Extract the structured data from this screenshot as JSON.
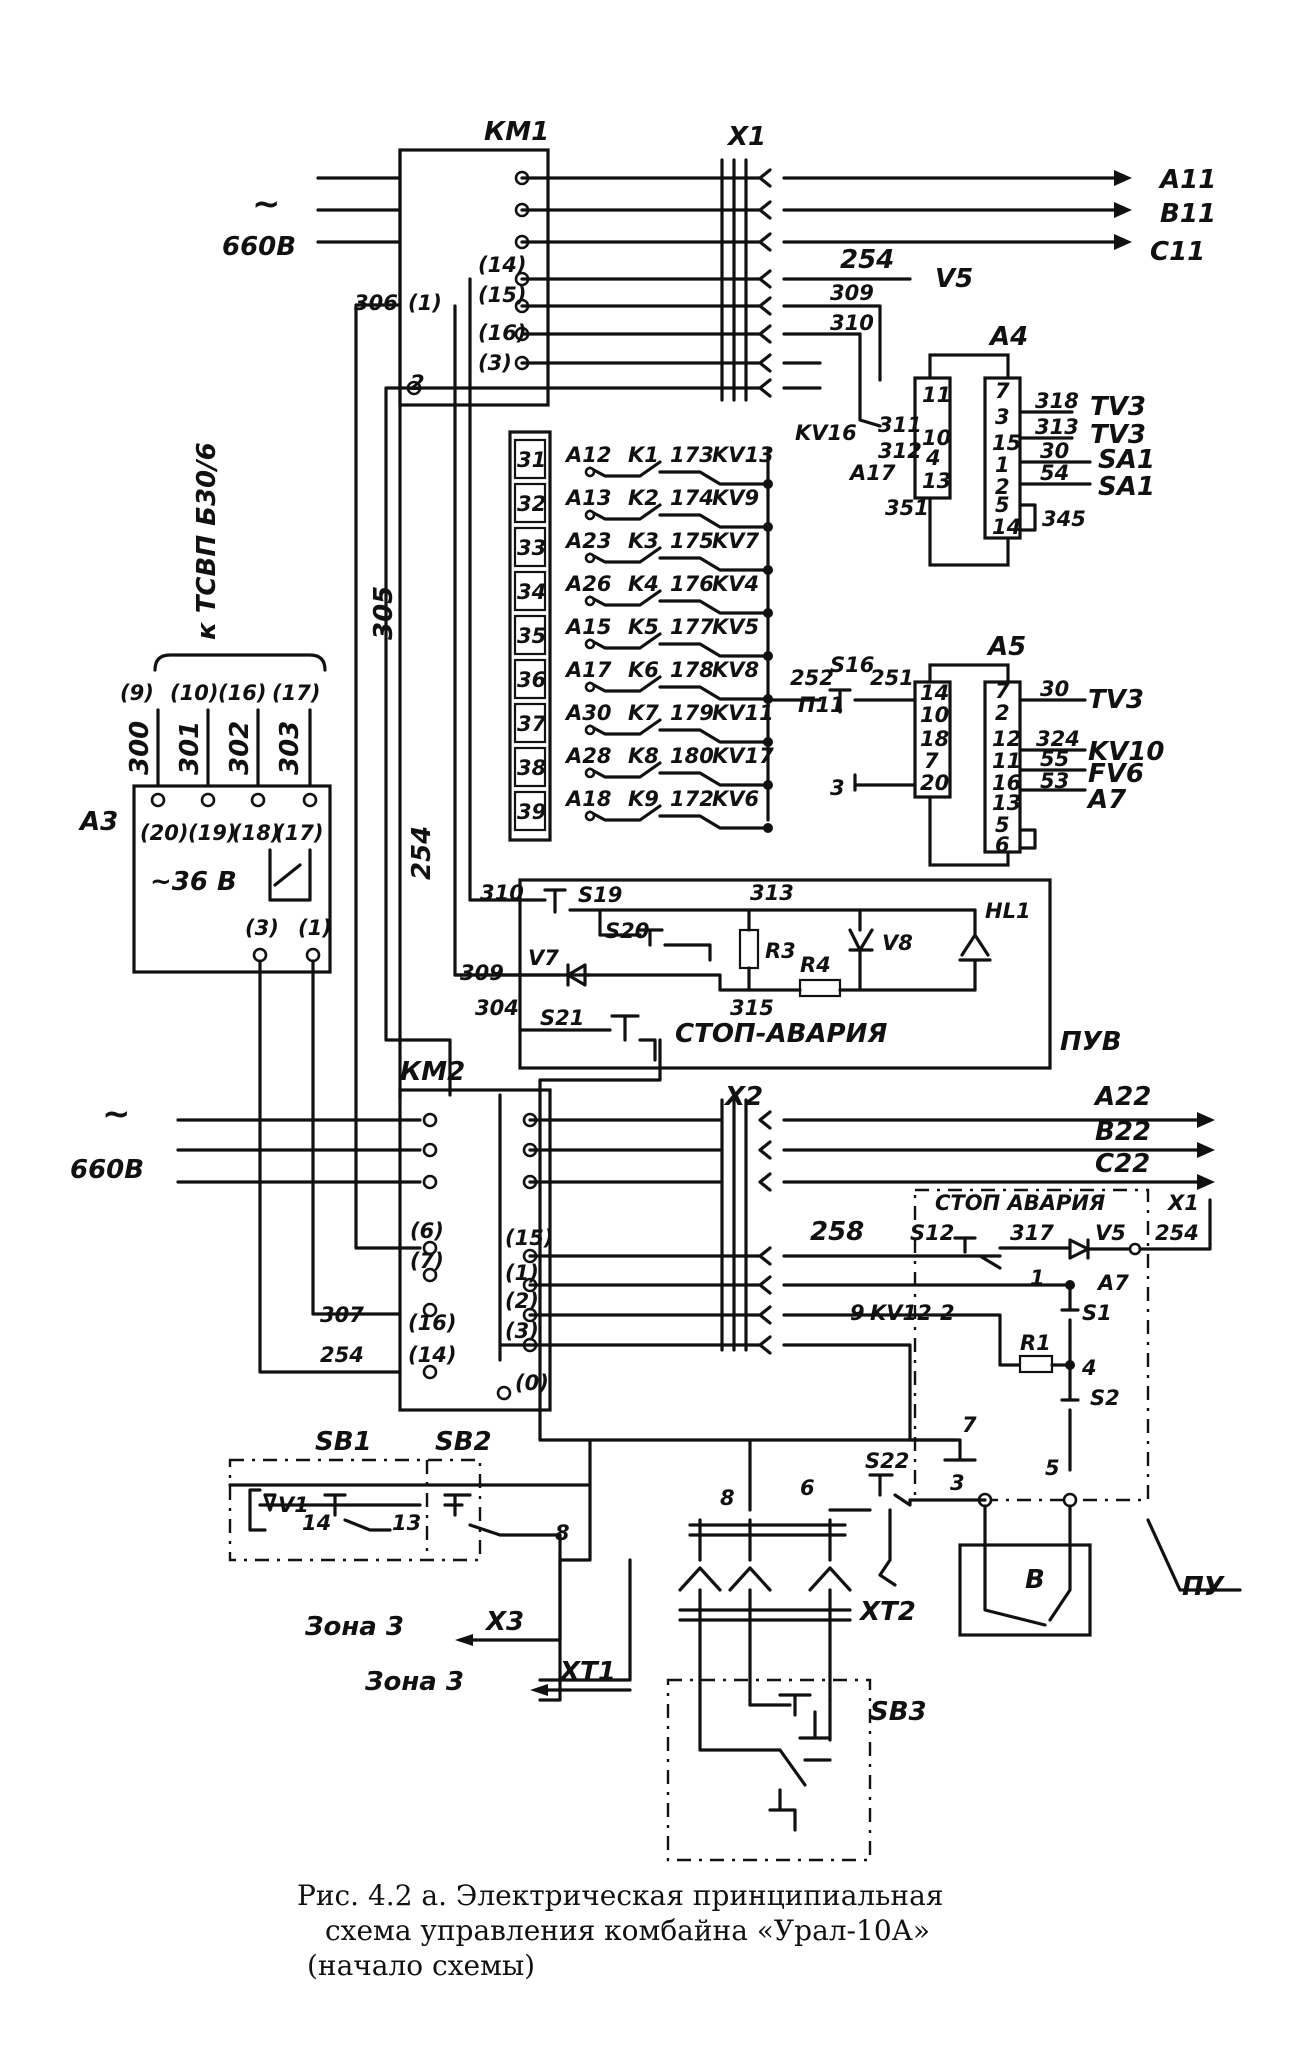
{
  "diagram": {
    "modules": {
      "km1": "КМ1",
      "km2": "КМ2",
      "x1": "X1",
      "x2": "X2",
      "a4": "А4",
      "a5": "А5",
      "a3": "А3",
      "puv": "ПУВ",
      "pu": "ПУ",
      "sb1": "SB1",
      "sb2": "SB2",
      "sb3": "SB3",
      "xt1": "ХТ1",
      "xt2": "ХТ2",
      "x3": "Х3"
    },
    "supply_top": {
      "symbol": "~",
      "voltage": "660В"
    },
    "supply_bottom": {
      "symbol": "~",
      "voltage": "660В"
    },
    "a3_supply": "~36 В",
    "outputs_top": [
      "A11",
      "B11",
      "C11"
    ],
    "outputs_bottom": [
      "A22",
      "B22",
      "C22"
    ],
    "wire_254_v5": {
      "num": "254",
      "dest": "V5"
    },
    "cable_label": "к ТСВП Б30/6",
    "a3_wires": [
      "300",
      "301",
      "302",
      "303"
    ],
    "a3_top_pins": [
      "(9)",
      "(10)",
      "(16)",
      "(17)"
    ],
    "a3_pins": [
      "(20)",
      "(19)",
      "(18)",
      "(17)"
    ],
    "a3_bottom_pins": [
      "(3)",
      "(1)"
    ],
    "km1_pins": [
      "(14)",
      "(15)",
      "(16)",
      "(3)"
    ],
    "km1_left": {
      "wire": "306",
      "pin": "(1)",
      "pin2": "2"
    },
    "wire_labels": {
      "w309": "309",
      "w310": "310",
      "w305": "305",
      "w254": "254",
      "w304": "304",
      "w351": "351",
      "w252": "252",
      "w251": "251"
    },
    "strip_31_39": [
      "31",
      "32",
      "33",
      "34",
      "35",
      "36",
      "37",
      "38",
      "39"
    ],
    "relay_rows": [
      {
        "a": "A12",
        "k": "K1",
        "n": "173",
        "kv": "KV13"
      },
      {
        "a": "A13",
        "k": "K2",
        "n": "174",
        "kv": "KV9"
      },
      {
        "a": "A23",
        "k": "K3",
        "n": "175",
        "kv": "KV7"
      },
      {
        "a": "A26",
        "k": "K4",
        "n": "176",
        "kv": "KV4"
      },
      {
        "a": "A15",
        "k": "K5",
        "n": "177",
        "kv": "KV5"
      },
      {
        "a": "A17",
        "k": "K6",
        "n": "178",
        "kv": "KV8"
      },
      {
        "a": "A30",
        "k": "K7",
        "n": "179",
        "kv": "KV11"
      },
      {
        "a": "A28",
        "k": "K8",
        "n": "180",
        "kv": "KV17"
      },
      {
        "a": "A18",
        "k": "K9",
        "n": "172",
        "kv": "KV6"
      }
    ],
    "a4": {
      "kv16": "KV16",
      "left_pins": [
        "311",
        "312",
        "A17"
      ],
      "inner_left": [
        "11",
        "10",
        "4",
        "13"
      ],
      "inner_right": [
        "7",
        "3",
        "15",
        "1",
        "2",
        "5",
        "14"
      ],
      "right_wires": [
        "318",
        "313",
        "30",
        "54"
      ],
      "outputs": [
        "TV3",
        "TV3",
        "SA1",
        "SA1"
      ],
      "wire_345": "345"
    },
    "a5": {
      "s16": "S16",
      "p11": "П11",
      "inner_left": [
        "14",
        "10",
        "18",
        "7",
        "20"
      ],
      "inner_right": [
        "7",
        "2",
        "12",
        "11",
        "16",
        "13",
        "5",
        "6"
      ],
      "right_wires": [
        "30",
        "324",
        "55",
        "53"
      ],
      "outputs": [
        "TV3",
        "KV10",
        "FV6",
        "A7"
      ],
      "ground_pin": "3"
    },
    "puv_labels": {
      "s19": "S19",
      "s20": "S20",
      "n313": "313",
      "r3": "R3",
      "r4": "R4",
      "v8": "V8",
      "hl1": "HL1",
      "v7": "V7",
      "n315": "315",
      "s21": "S21",
      "stop": "СТОП-АВАРИЯ"
    },
    "km2_pins": [
      "(6)",
      "(7)",
      "(16)",
      "(14)"
    ],
    "km2_right_pins": [
      "(15)",
      "(1)",
      "(2)",
      "(3)",
      "(0)"
    ],
    "km2_wires": [
      "307",
      "254"
    ],
    "pu": {
      "stop": "СТОП АВАРИЯ",
      "s12": "S12",
      "n317": "317",
      "v5": "V5",
      "x1": "X1",
      "n254": "254",
      "n258": "258",
      "n1": "1",
      "a7": "A7",
      "n9": "9",
      "kv12": "KV12",
      "n2": "2",
      "s1": "S1",
      "r1": "R1",
      "n4": "4",
      "s2": "S2",
      "n5": "5",
      "n3": "3",
      "n7": "7",
      "b": "В"
    },
    "lower": {
      "s22": "S22",
      "n6": "6",
      "n8": "8",
      "n8b": "8",
      "v1": "V1",
      "n14": "14",
      "n13": "13",
      "zone1": "Зона 3",
      "zone2": "Зона 3"
    },
    "caption": [
      "Рис.   4.2 а.  Электрическая принципиальная",
      "схема управления комбайна «Урал-10А»",
      "(начало схемы)"
    ]
  }
}
